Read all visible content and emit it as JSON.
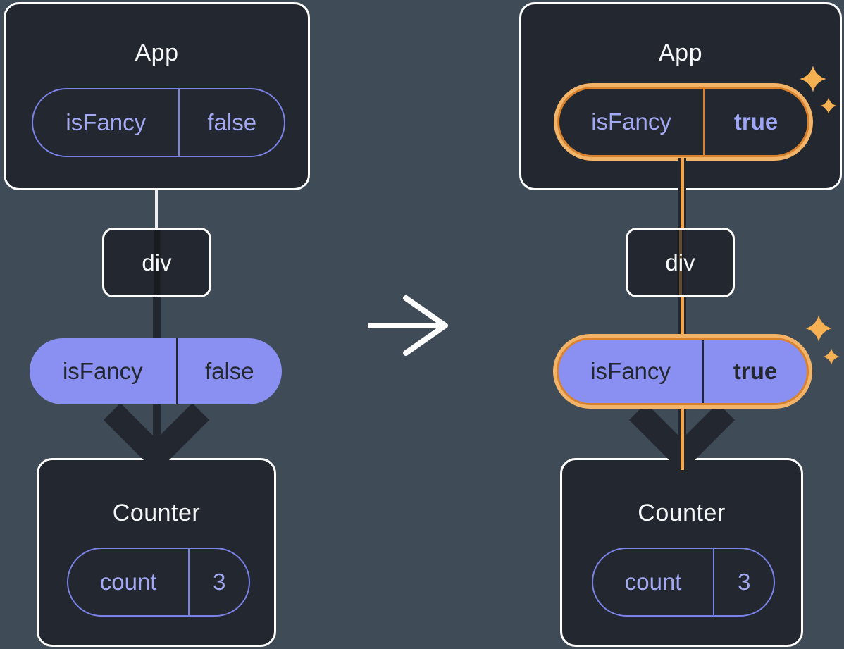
{
  "icons": {
    "transition_arrow": "right-arrow",
    "sparkle": "four-point-star"
  },
  "colors": {
    "background": "#3F4C58",
    "node_fill": "#23272F",
    "node_border": "#FFFFFF",
    "purple_border": "#7A82E8",
    "purple_text": "#A3A8F2",
    "pill_fill": "#8A90F1",
    "dark_text": "#23272F",
    "highlight_border": "#D9822E",
    "highlight_ring": "#F2B468",
    "sparkle": "#F6B153",
    "connector_dark": "#23272F",
    "connector_orange": "#F2A74F",
    "connector_white": "#ECEEF1"
  },
  "left_tree": {
    "app_title": "App",
    "app_prop_name": "isFancy",
    "app_prop_value": "false",
    "div_label": "div",
    "passed_prop_name": "isFancy",
    "passed_prop_value": "false",
    "counter_title": "Counter",
    "state_name": "count",
    "state_value": "3"
  },
  "right_tree": {
    "app_title": "App",
    "app_prop_name": "isFancy",
    "app_prop_value": "true",
    "div_label": "div",
    "passed_prop_name": "isFancy",
    "passed_prop_value": "true",
    "counter_title": "Counter",
    "state_name": "count",
    "state_value": "3"
  }
}
